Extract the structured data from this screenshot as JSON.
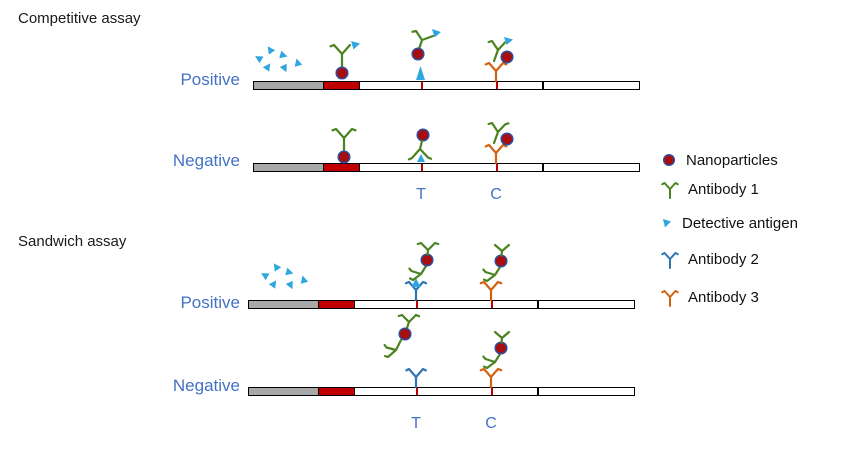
{
  "sections": {
    "competitive": {
      "label": "Competitive assay",
      "rows": {
        "positive": "Positive",
        "negative": "Negative"
      }
    },
    "sandwich": {
      "label": "Sandwich assay",
      "rows": {
        "positive": "Positive",
        "negative": "Negative"
      }
    }
  },
  "strip_labels": {
    "test_line": "T",
    "control_line": "C"
  },
  "legend": {
    "items": [
      {
        "icon": "nanoparticle-icon",
        "label": "Nanoparticles"
      },
      {
        "icon": "antibody1-icon",
        "label": "Antibody 1"
      },
      {
        "icon": "detective-antigen-icon",
        "label": "Detective antigen"
      },
      {
        "icon": "antibody2-icon",
        "label": "Antibody 2"
      },
      {
        "icon": "antibody3-icon",
        "label": "Antibody 3"
      }
    ]
  },
  "colors": {
    "label-blue": "#4472C4",
    "green": "#4B8320",
    "blueab": "#2E75B6",
    "orange": "#D2620F",
    "cyan": "#2FA6E0",
    "np": "#A80E0E",
    "npring": "#2D4E9E",
    "padred": "#C00000",
    "padgray": "#A8A8A8"
  }
}
